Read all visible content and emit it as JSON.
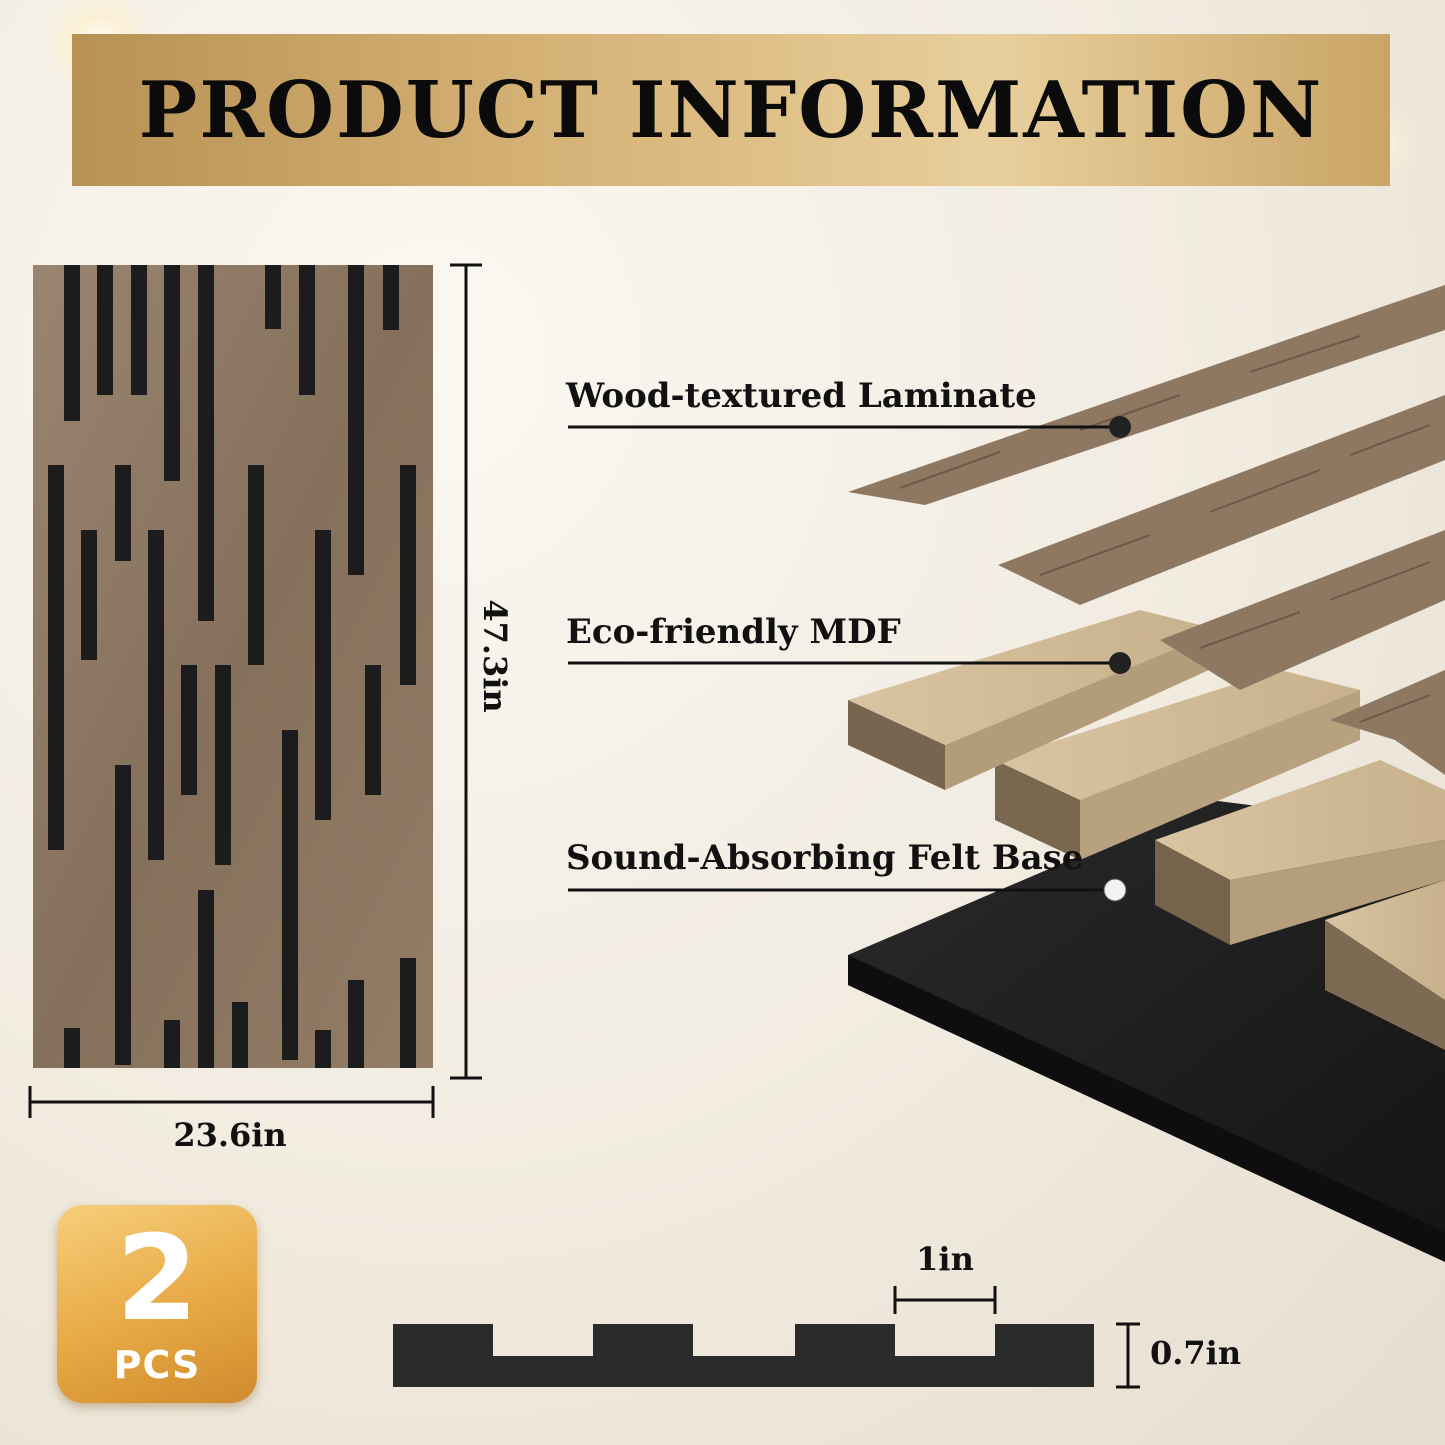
{
  "header": {
    "title": "PRODUCT INFORMATION"
  },
  "panel": {
    "width_label": "23.6in",
    "height_label": "47.3in"
  },
  "layers": {
    "top": "Wood-textured Laminate",
    "middle": "Eco-friendly MDF",
    "bottom": "Sound-Absorbing Felt Base"
  },
  "badge": {
    "count": "2",
    "unit": "PCS"
  },
  "profile": {
    "slat_width_label": "1in",
    "thickness_label": "0.7in"
  },
  "colors": {
    "gold": "#d8b57a",
    "wood": "#8a7560",
    "felt": "#1c1c1c",
    "mdf": "#c9b492"
  }
}
